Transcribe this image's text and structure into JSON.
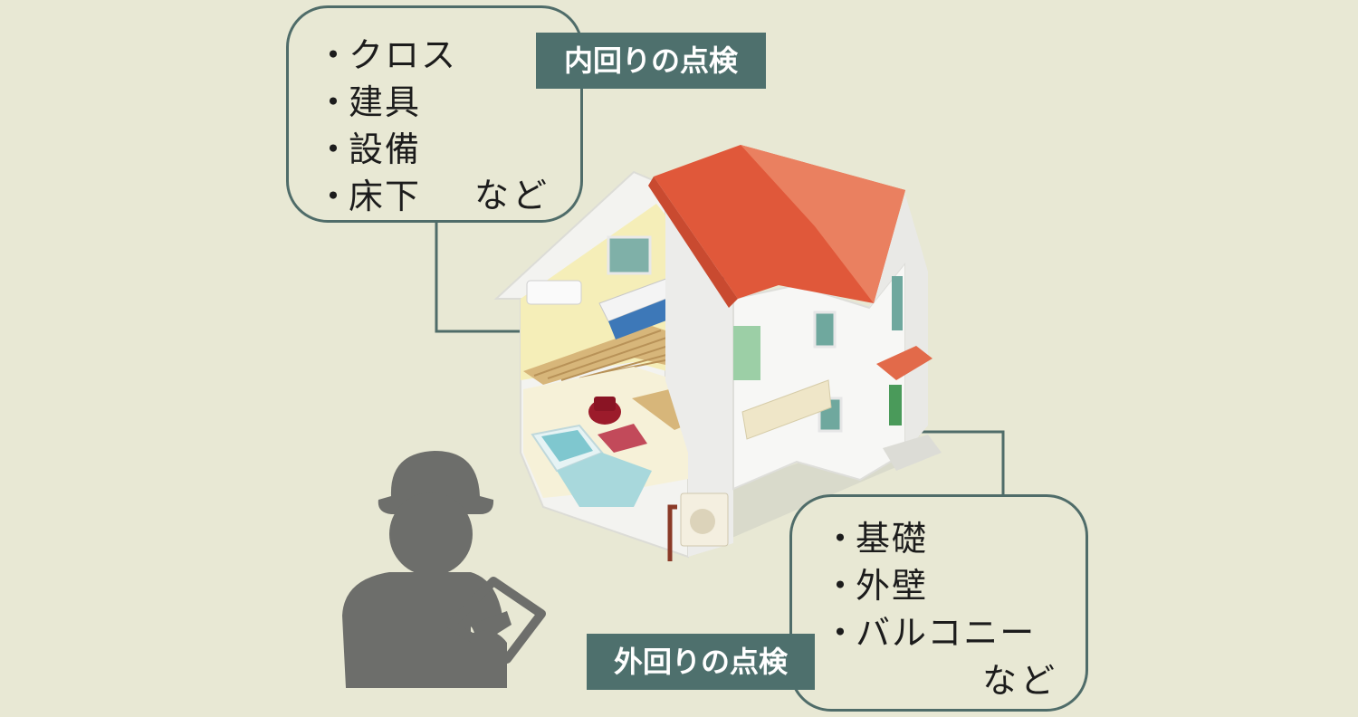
{
  "interior": {
    "label": "内回りの点検",
    "items": [
      "クロス",
      "建具",
      "設備",
      "床下"
    ],
    "etc": "など"
  },
  "exterior": {
    "label": "外回りの点検",
    "items": [
      "基礎",
      "外壁",
      "バルコニー"
    ],
    "etc": "など"
  },
  "bullet": "・",
  "colors": {
    "background": "#e8e8d4",
    "accent": "#4e706d",
    "roof": "#e0583a",
    "inspector": "#6d6e6b"
  }
}
